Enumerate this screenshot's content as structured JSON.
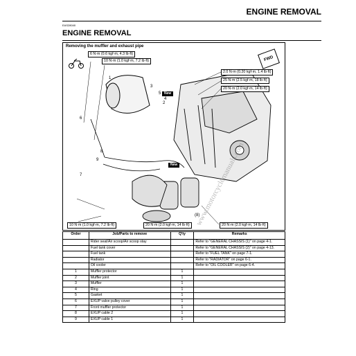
{
  "header": {
    "title": "ENGINE REMOVAL",
    "code": "EAS28040",
    "section_title": "ENGINE REMOVAL"
  },
  "figure": {
    "caption": "Removing the muffler and exhaust pipe",
    "fwd_label": "FWD",
    "torques": [
      "6 N·m (0.6 kgf·m, 4.3 lb·ft)",
      "10 N·m (1.0 kgf·m, 7.2 lb·ft)",
      "2.0 N·m (0.20 kgf·m, 1.4 lb·ft)",
      "25 N·m (2.5 kgf·m, 18 lb·ft)",
      "20 N·m (2.0 kgf·m, 14 lb·ft)",
      "10 N·m (1.0 kgf·m, 7.2 lb·ft)",
      "20 N·m (2.0 kgf·m, 14 lb·ft)",
      "20 N·m (2.0 kgf·m, 14 lb·ft)"
    ],
    "new_label": "New",
    "callouts": [
      "1",
      "2",
      "3",
      "4",
      "5",
      "6",
      "7",
      "8",
      "9",
      "(8)"
    ],
    "watermark": "www.motorcyclemanuals.com"
  },
  "table": {
    "headers": [
      "Order",
      "Job/Parts to remove",
      "Q'ty",
      "Remarks"
    ],
    "rows": [
      {
        "order": "",
        "part": "Rider seat/Air scoop/Air scoop stay",
        "qty": "",
        "remarks": "Refer to \"GENERAL CHASSIS (1)\" on page 4-1."
      },
      {
        "order": "",
        "part": "Fuel tank cover",
        "qty": "",
        "remarks": "Refer to \"GENERAL CHASSIS (2)\" on page 4-13."
      },
      {
        "order": "",
        "part": "Fuel tank",
        "qty": "",
        "remarks": "Refer to \"FUEL TANK\" on page 7-1."
      },
      {
        "order": "",
        "part": "Radiator",
        "qty": "",
        "remarks": "Refer to \"RADIATOR\" on page 6-1."
      },
      {
        "order": "",
        "part": "Oil cooler",
        "qty": "",
        "remarks": "Refer to \"OIL COOLER\" on page 6-4."
      },
      {
        "order": "1",
        "part": "Muffler protector",
        "qty": "1",
        "remarks": ""
      },
      {
        "order": "2",
        "part": "Muffler joint",
        "qty": "1",
        "remarks": ""
      },
      {
        "order": "3",
        "part": "Muffler",
        "qty": "1",
        "remarks": ""
      },
      {
        "order": "4",
        "part": "Ring",
        "qty": "1",
        "remarks": ""
      },
      {
        "order": "5",
        "part": "Gasket",
        "qty": "1",
        "remarks": ""
      },
      {
        "order": "6",
        "part": "EXUP valve pulley cover",
        "qty": "1",
        "remarks": ""
      },
      {
        "order": "7",
        "part": "Front muffler protector",
        "qty": "1",
        "remarks": ""
      },
      {
        "order": "8",
        "part": "EXUP cable 2",
        "qty": "1",
        "remarks": ""
      },
      {
        "order": "9",
        "part": "EXUP cable 1",
        "qty": "1",
        "remarks": ""
      }
    ]
  }
}
